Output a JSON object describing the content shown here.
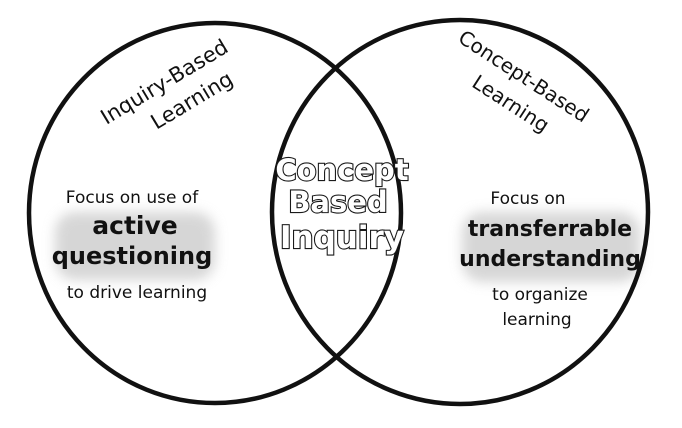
{
  "left_set": {
    "title_line1": "Inquiry-Based",
    "title_line2": "Learning",
    "desc_line1": "Focus on use of",
    "desc_emph1": "active",
    "desc_emph2": "questioning",
    "desc_line4": "to drive learning"
  },
  "right_set": {
    "title_line1": "Concept-Based",
    "title_line2": "Learning",
    "desc_line1": "Focus on",
    "desc_emph1": "transferrable",
    "desc_emph2": "understanding",
    "desc_line4": "to organize",
    "desc_line5": "learning"
  },
  "intersection": {
    "line1": "Concept",
    "line2": "Based",
    "line3": "Inquiry"
  },
  "colors": {
    "ink": "#111111",
    "highlight": "#c9c9c9",
    "background": "#ffffff"
  }
}
